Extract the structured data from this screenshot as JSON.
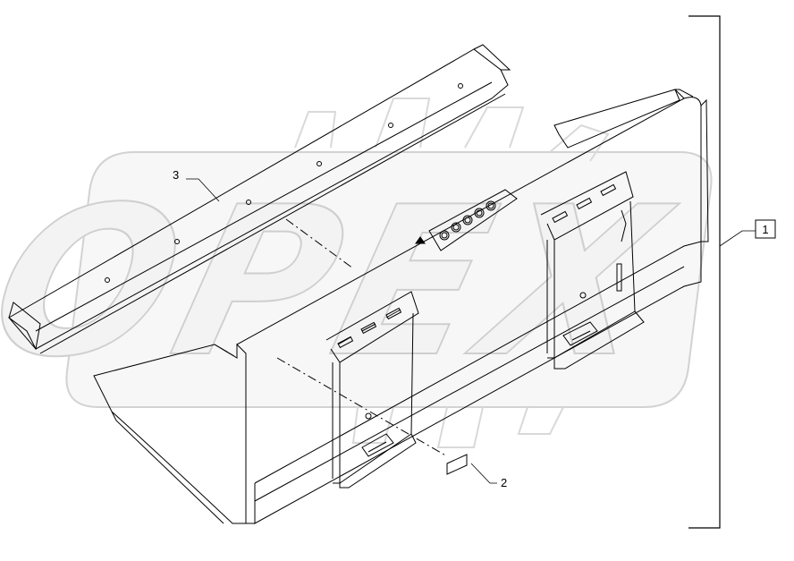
{
  "diagram": {
    "watermark": "OPEX",
    "callouts": [
      {
        "id": "1",
        "label": "1",
        "boxed": true
      },
      {
        "id": "2",
        "label": "2",
        "boxed": false
      },
      {
        "id": "3",
        "label": "3",
        "boxed": false
      }
    ],
    "colors": {
      "line": "#000000",
      "watermark_fill": "#f7f7f7",
      "watermark_stroke": "#d2d2d2"
    }
  }
}
